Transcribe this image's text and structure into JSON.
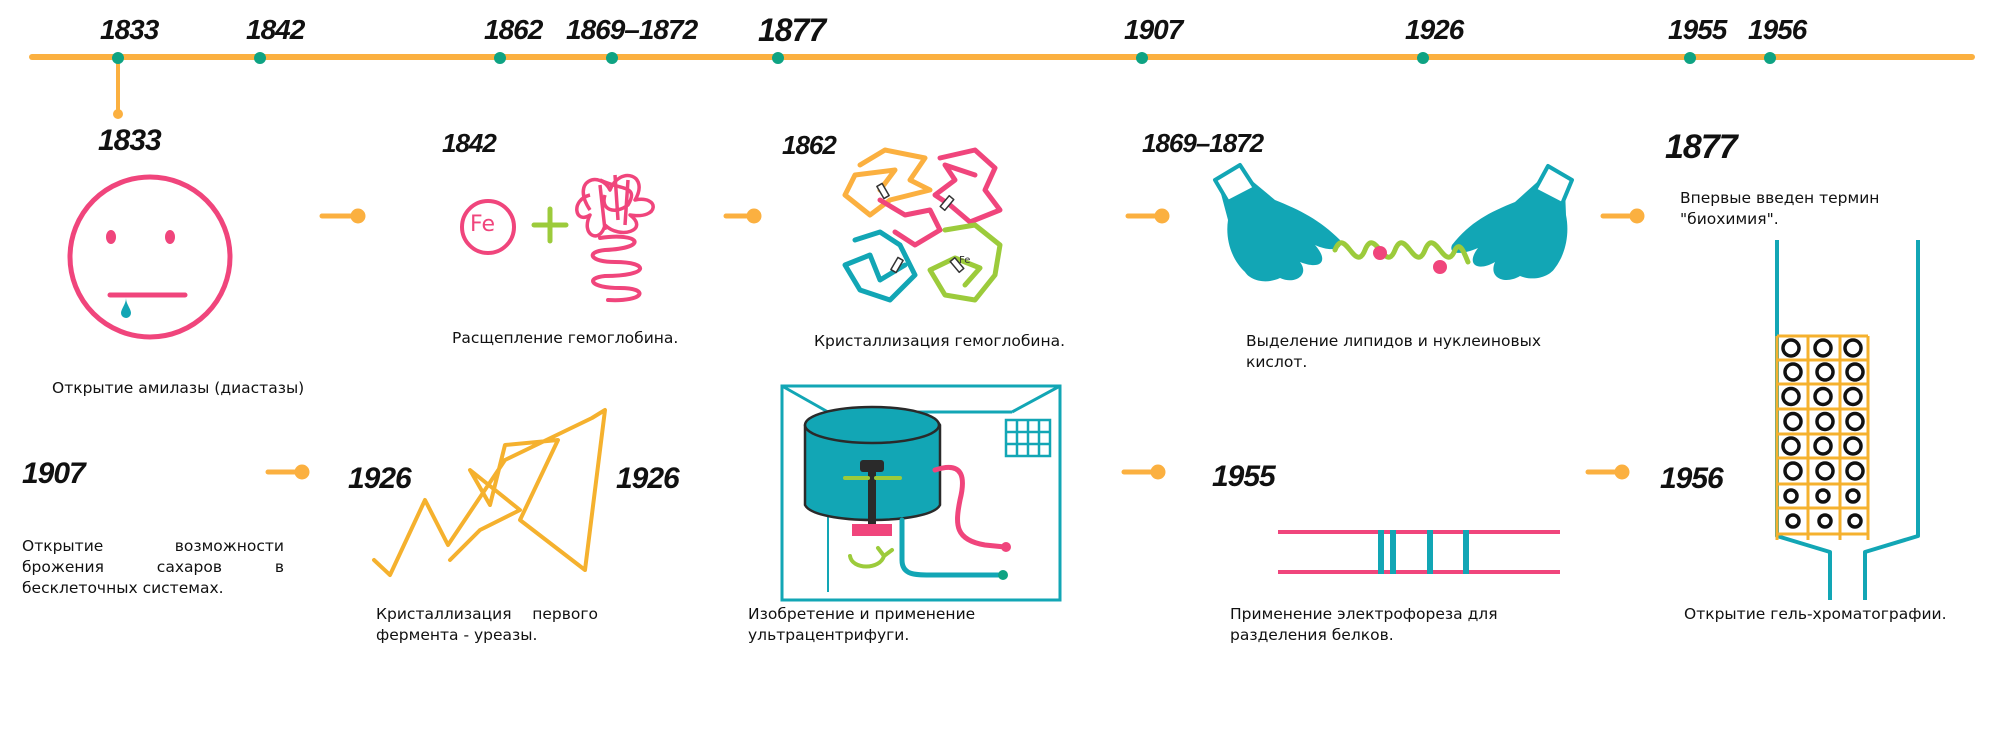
{
  "timeline": {
    "years": [
      "1833",
      "1842",
      "1862",
      "1869–1872",
      "1877",
      "1907",
      "1926",
      "1955",
      "1956"
    ],
    "colors": {
      "axis": "#FBB040",
      "dot": "#0EA383"
    }
  },
  "events": [
    {
      "id": "amylase",
      "year": "1833",
      "caption": "Открытие амилазы (диастазы)",
      "icon": "face-icon"
    },
    {
      "id": "hemoglobin-split",
      "year": "1842",
      "caption": "Расщепление гемоглобина.",
      "icon": "iron-plus-coil-icon"
    },
    {
      "id": "hemoglobin-crystal",
      "year": "1862",
      "caption": "Кристаллизация гемоглобина.",
      "icon": "hemoglobin-icon"
    },
    {
      "id": "lipids",
      "year": "1869–1872",
      "caption": "Выделение липидов и нуклеиновых кислот.",
      "icon": "gloved-hands-icon"
    },
    {
      "id": "biochemistry",
      "year": "1877",
      "caption": "Впервые введен термин \"биохимия\".",
      "icon": null
    },
    {
      "id": "fermentation",
      "year": "1907",
      "caption": "Открытие возможности брожения сахаров в бесклеточных системах.",
      "icon": null
    },
    {
      "id": "urease",
      "year": "1926",
      "caption": "Кристаллизация первого фермента - уреазы.",
      "icon": "enzyme-strand-icon"
    },
    {
      "id": "ultracentrifuge",
      "year": "",
      "caption": "Изобретение и применение ультрацентрифуги.",
      "icon": "ultracentrifuge-icon"
    },
    {
      "id": "electrophoresis",
      "year": "1955",
      "caption": "Применение электрофореза для разделения белков.",
      "icon": "electrophoresis-gel-icon"
    },
    {
      "id": "gel-chromatography",
      "year": "1956",
      "caption": "Открытие гель-хроматографии.",
      "icon": "chromatography-column-icon"
    }
  ],
  "labels": {
    "fe": "Fe",
    "fe_small": "Fe"
  },
  "palette": {
    "pink": "#F0457C",
    "green": "#9CCB3B",
    "teal": "#12A6B5",
    "orange": "#FBB040",
    "gold": "#F5B12E"
  }
}
